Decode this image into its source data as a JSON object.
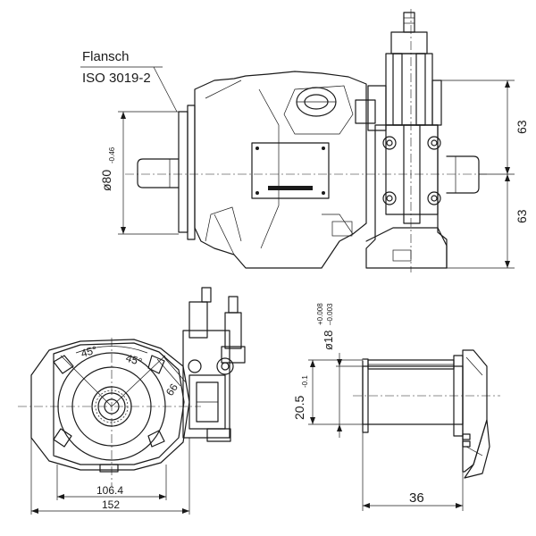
{
  "flange": {
    "label": "Flansch",
    "standard": "ISO 3019-2"
  },
  "dimensions": {
    "pilot_diameter": "ø80",
    "pilot_tolerance": "-0.46",
    "shaft_to_top": "63",
    "shaft_to_bottom": "63",
    "angle_left": "45°",
    "angle_right": "45°",
    "bolt_offset": "66",
    "bolt_circle": "106.4",
    "overall_width": "152",
    "shaft_diameter": "ø18",
    "shaft_tol_upper": "+0.008",
    "shaft_tol_lower": "–0.003",
    "key_height": "20.5",
    "key_tolerance": "-0.1",
    "shaft_length": "36"
  }
}
